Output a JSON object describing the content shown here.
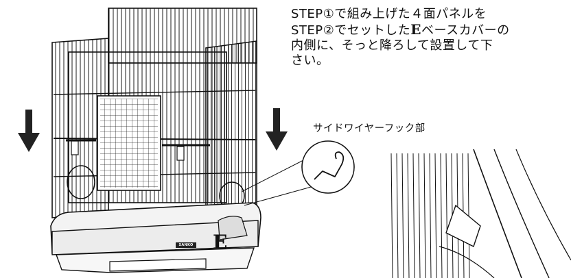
{
  "instruction": {
    "line1": "STEP①で組み上げた４面パネルを",
    "line2_before": "STEP②でセットした",
    "line2_mark": "E",
    "line2_after": "ベースカバーの",
    "line3": "内側に、そっと降ろして設置して下",
    "line4": "さい。"
  },
  "callout": {
    "label": "サイドワイヤーフック部"
  },
  "base": {
    "mark": "E",
    "brand": "SANKO"
  },
  "icons": [
    "down-arrow-left",
    "down-arrow-right",
    "zoom-circle-hook",
    "detail-inset"
  ]
}
